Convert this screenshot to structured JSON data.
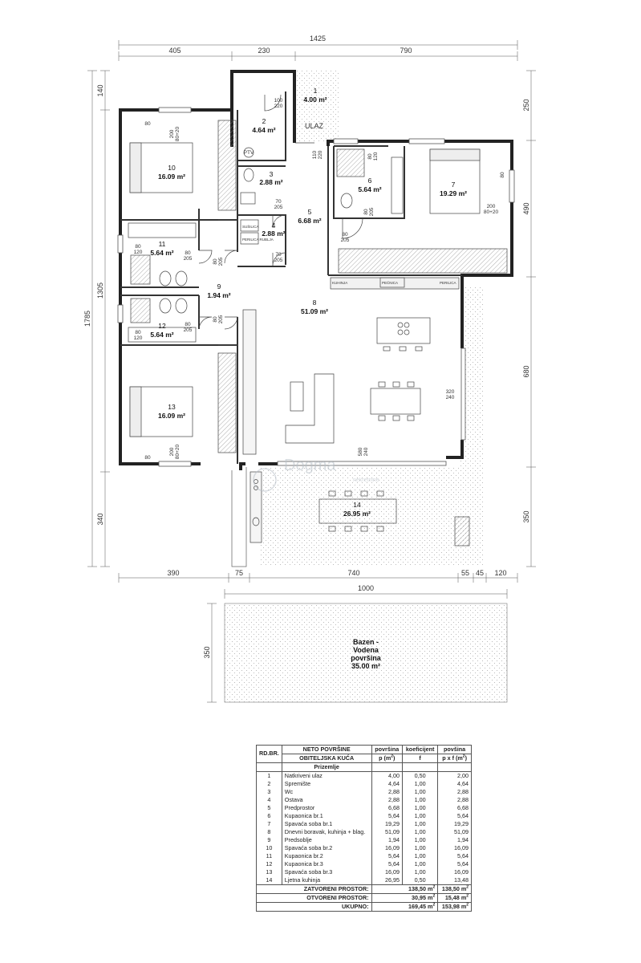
{
  "dimensions": {
    "top_total": "1425",
    "top": [
      "405",
      "230",
      "790"
    ],
    "bottom": [
      "390",
      "75",
      "740",
      "55",
      "45",
      "120"
    ],
    "bottom_total": "1000",
    "left_total": "1785",
    "left": [
      "140",
      "1305",
      "340"
    ],
    "right": [
      "250",
      "490",
      "680",
      "350"
    ],
    "pool_side": "350"
  },
  "rooms": [
    {
      "num": "1",
      "area": "4.00 m²"
    },
    {
      "num": "2",
      "area": "4.64 m²"
    },
    {
      "num": "3",
      "area": "2.88 m²"
    },
    {
      "num": "4",
      "area": "2.88 m²"
    },
    {
      "num": "5",
      "area": "6.68 m²"
    },
    {
      "num": "6",
      "area": "5.64 m²"
    },
    {
      "num": "7",
      "area": "19.29 m²"
    },
    {
      "num": "8",
      "area": "51.09 m²"
    },
    {
      "num": "9",
      "area": "1.94 m²"
    },
    {
      "num": "10",
      "area": "16.09 m²"
    },
    {
      "num": "11",
      "area": "5.64 m²"
    },
    {
      "num": "12",
      "area": "5.64 m²"
    },
    {
      "num": "13",
      "area": "16.09 m²"
    },
    {
      "num": "14",
      "area": "26.95 m²"
    }
  ],
  "labels": {
    "entrance": "ULAZ",
    "ptv": "PTV",
    "pool_lines": [
      "Bazen -",
      "Vodena",
      "površina",
      "35.00 m²"
    ],
    "watermark": "Dogma",
    "watermark_sub": "nekretnine"
  },
  "door_labels": {
    "d2_top": "100",
    "d2_bot": "220",
    "dent_top": "110",
    "dent_bot": "220",
    "d6_top": "80",
    "d6_bot": "120",
    "d3_top": "70",
    "d3_bot": "205",
    "d4_top": "70",
    "d4_bot": "205",
    "d6b_top": "80",
    "d6b_bot": "205",
    "d5_top": "80",
    "d5_bot": "205",
    "w7_top": "200",
    "w7_bot": "80+20",
    "w10_top": "200",
    "w10_bot": "80+20",
    "w11_top": "80",
    "w11_bot": "120",
    "d11_top": "80",
    "d11_bot": "205",
    "d9a_top": "80",
    "d9a_bot": "205",
    "w12_top": "80",
    "w12_bot": "120",
    "d12_top": "80",
    "d12_bot": "205",
    "d9b_top": "80",
    "d9b_bot": "205",
    "w13_top": "200",
    "w13_bot": "80+20",
    "w8_top": "320",
    "w8_bot": "240",
    "w8b_top": "580",
    "w8b_bot": "240",
    "w10a": "80",
    "w7a": "80",
    "w13a": "80"
  },
  "tiny_labels": {
    "s4a": "SUŠILICA",
    "s4b": "PERILICA RUBLJA",
    "k1": "KUHINJA",
    "k2": "PEĆNICA",
    "k3": "PERILICA"
  },
  "table": {
    "col_rd": "RD.BR.",
    "col_neto": "NETO POVRŠINE",
    "col_pov": "površina",
    "col_koef": "koeficijent",
    "col_pov2": "povšina",
    "sub_title": "OBITELJSKA KUĆA",
    "sub_p": "p (m",
    "sub_f": "f",
    "sub_pf": "p x f (m",
    "sup2": "2",
    "sub_close": ")",
    "floor": "Prizemlje",
    "rows": [
      {
        "n": "1",
        "name": "Natkriveni ulaz",
        "p": "4,00",
        "f": "0,50",
        "pf": "2,00"
      },
      {
        "n": "2",
        "name": "Spremište",
        "p": "4,64",
        "f": "1,00",
        "pf": "4,64"
      },
      {
        "n": "3",
        "name": "Wc",
        "p": "2,88",
        "f": "1,00",
        "pf": "2,88"
      },
      {
        "n": "4",
        "name": "Ostava",
        "p": "2,88",
        "f": "1,00",
        "pf": "2,88"
      },
      {
        "n": "5",
        "name": "Predprostor",
        "p": "6,68",
        "f": "1,00",
        "pf": "6,68"
      },
      {
        "n": "6",
        "name": "Kupaonica br.1",
        "p": "5,64",
        "f": "1,00",
        "pf": "5,64"
      },
      {
        "n": "7",
        "name": "Spavaća soba br.1",
        "p": "19,29",
        "f": "1,00",
        "pf": "19,29"
      },
      {
        "n": "8",
        "name": "Dnevni boravak, kuhinja + blag.",
        "p": "51,09",
        "f": "1,00",
        "pf": "51,09"
      },
      {
        "n": "9",
        "name": "Predsoblje",
        "p": "1,94",
        "f": "1,00",
        "pf": "1,94"
      },
      {
        "n": "10",
        "name": "Spavaća soba br.2",
        "p": "16,09",
        "f": "1,00",
        "pf": "16,09"
      },
      {
        "n": "11",
        "name": "Kupaonica br.2",
        "p": "5,64",
        "f": "1,00",
        "pf": "5,64"
      },
      {
        "n": "12",
        "name": "Kupaonica br.3",
        "p": "5,64",
        "f": "1,00",
        "pf": "5,64"
      },
      {
        "n": "13",
        "name": "Spavaća soba br.3",
        "p": "16,09",
        "f": "1,00",
        "pf": "16,09"
      },
      {
        "n": "14",
        "name": "Ljetna kuhinja",
        "p": "26,95",
        "f": "0,50",
        "pf": "13,48"
      }
    ],
    "totals": [
      {
        "label": "ZATVORENI PROSTOR:",
        "p": "138,50",
        "unit": "m",
        "pf": "138,50"
      },
      {
        "label": "OTVORENI PROSTOR:",
        "p": "30,95",
        "unit": "m",
        "pf": "15,48"
      },
      {
        "label": "UKUPNO:",
        "p": "169,45",
        "unit": "m",
        "pf": "153,98"
      }
    ]
  }
}
